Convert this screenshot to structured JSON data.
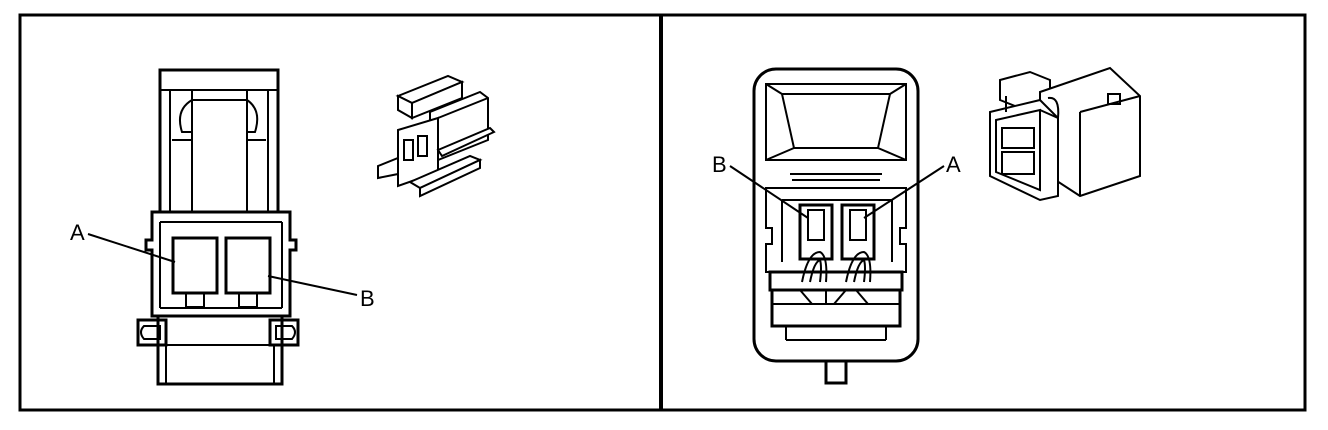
{
  "panels": [
    {
      "id": "left",
      "callouts": [
        {
          "letter": "A"
        },
        {
          "letter": "B"
        }
      ]
    },
    {
      "id": "right",
      "callouts": [
        {
          "letter": "B"
        },
        {
          "letter": "A"
        }
      ]
    }
  ],
  "colors": {
    "line": "#000000",
    "background": "#ffffff"
  }
}
